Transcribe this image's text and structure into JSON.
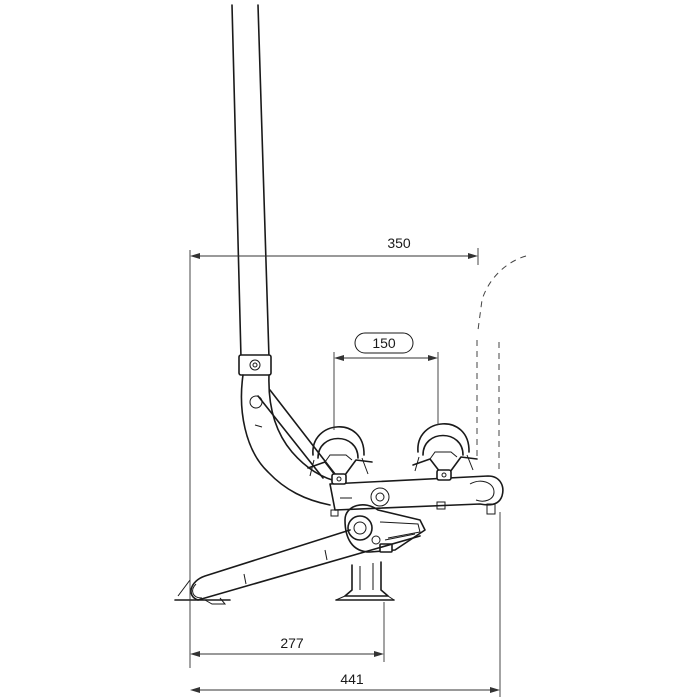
{
  "diagram": {
    "dimensions": {
      "top_width": "350",
      "clamp_spacing": "150",
      "base_to_foot": "277",
      "overall_depth": "441"
    }
  }
}
